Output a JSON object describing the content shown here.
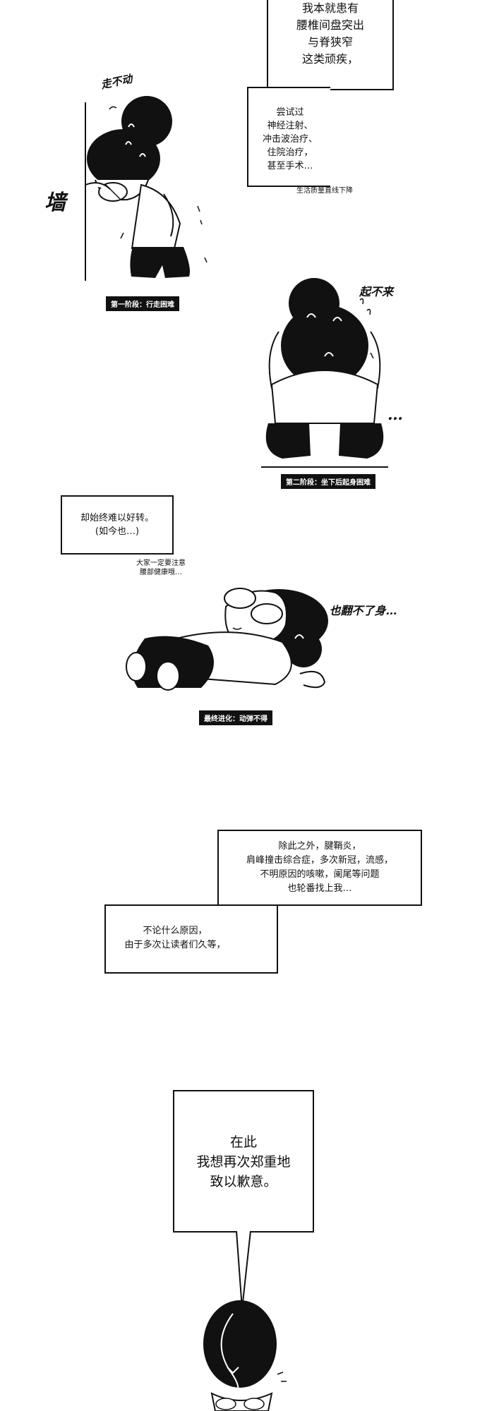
{
  "panel1": {
    "top_text": "我本就患有\n腰椎间盘突出\n与脊狭窄\n这类顽疾，",
    "box_text": "尝试过\n神经注射、\n冲击波治疗、\n住院治疗，\n甚至手术…",
    "note": "生活质量直线下降"
  },
  "stage1": {
    "sfx": "走不动",
    "wall": "墙",
    "caption": "第一阶段：行走困难"
  },
  "stage2": {
    "sfx": "起不来",
    "dots": "…",
    "caption": "第二阶段：坐下后起身困难"
  },
  "panel2": {
    "box_text": "却始终难以好转。\n(如今也…)",
    "note": "大家一定要注意\n腰部健康哦…"
  },
  "stage3": {
    "sfx": "也翻不了身…",
    "caption": "最终进化：动弹不得"
  },
  "panel3": {
    "box1_text": "除此之外，腱鞘炎，\n肩峰撞击综合症，多次新冠，流感，\n不明原因的咳嗽，阑尾等问题\n也轮番找上我…",
    "box2_text": "不论什么原因，\n由于多次让读者们久等，"
  },
  "panel4": {
    "box_text": "在此\n我想再次郑重地\n致以歉意。"
  },
  "colors": {
    "ink": "#111111",
    "paper": "#ffffff"
  }
}
